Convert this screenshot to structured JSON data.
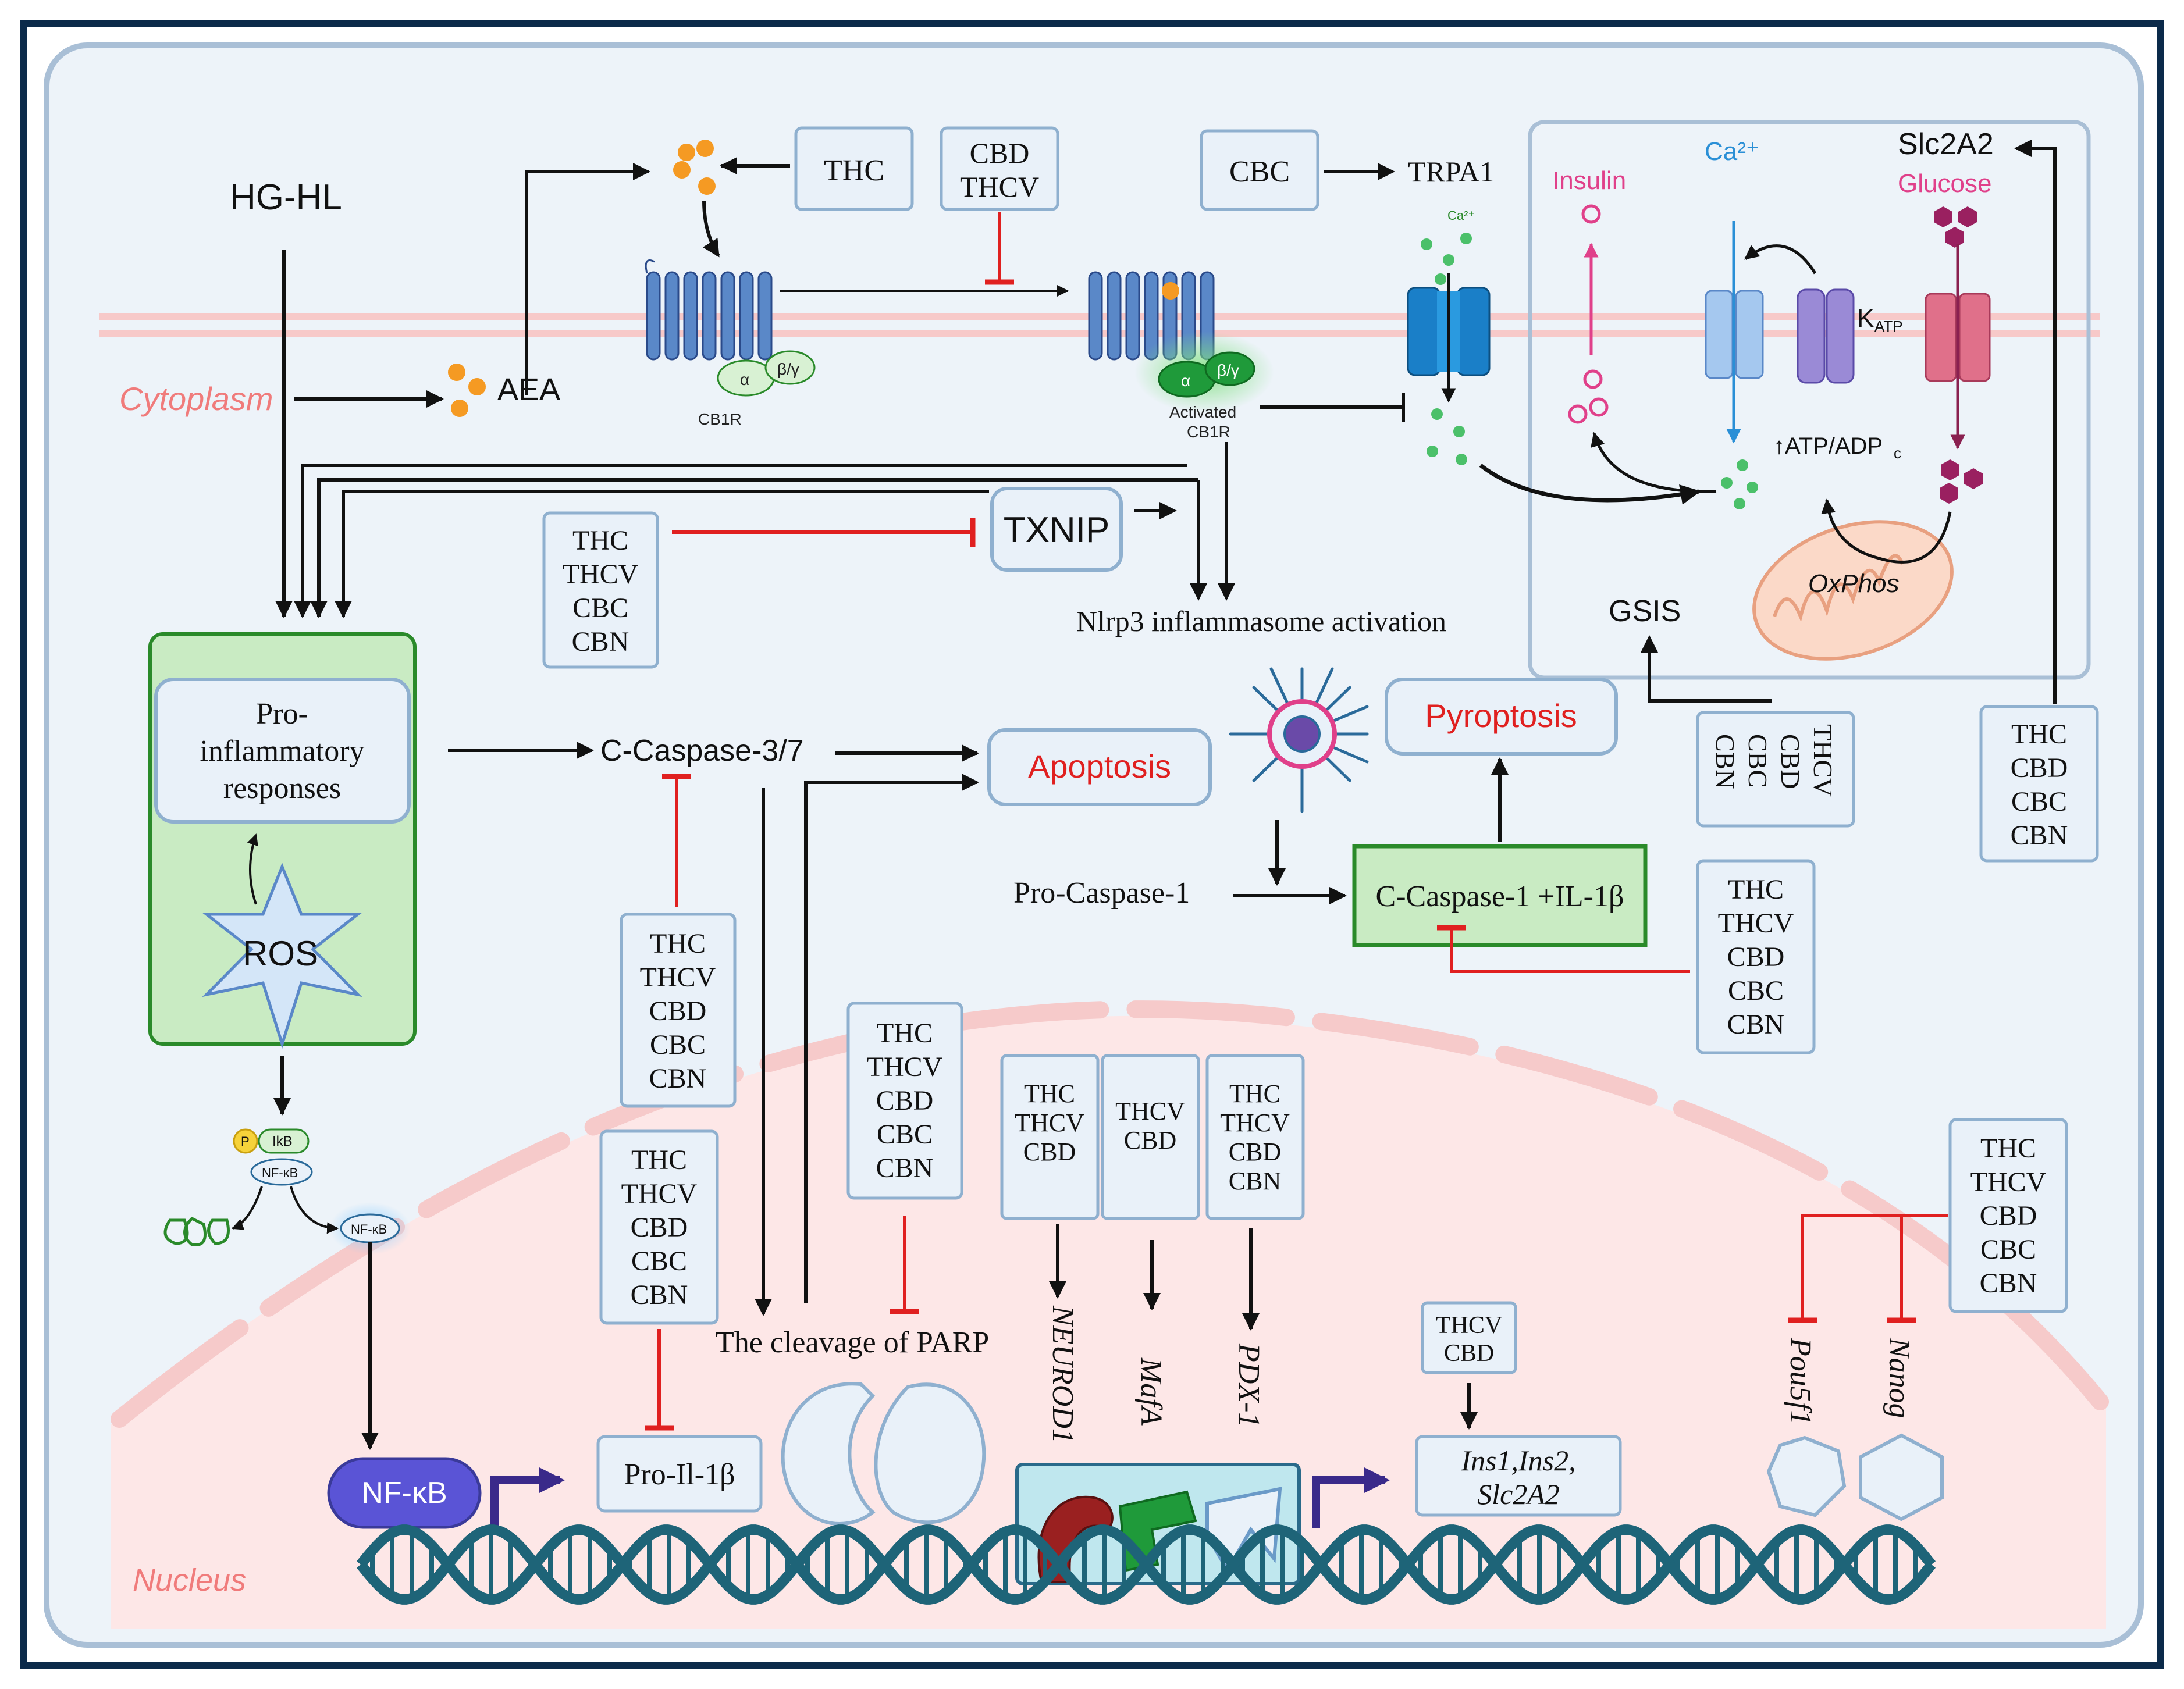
{
  "colors": {
    "frame": "#0b2a4a",
    "panel": "#edf3f9",
    "panel_border": "#a9bfd6",
    "box_fill": "#e9f1f9",
    "box_border": "#8fb0cf",
    "inhibit": "#e02020",
    "green_box": "#c9ebc3",
    "green_border": "#2a8a2a",
    "red_label": "#e02020",
    "membrane": "#f7c9c9",
    "nucleus": "#fde7e7",
    "dna": "#1e6478",
    "nfkb": "#5a54d6",
    "insulin": "#e0408a",
    "calcium": "#2a8fd6"
  },
  "labels": {
    "hg_hl": "HG-HL",
    "cytoplasm": "Cytoplasm",
    "nucleus": "Nucleus",
    "aea": "AEA",
    "cb1r": "CB1R",
    "activated": "Activated",
    "activated_cb1r": "CB1R",
    "alpha": "α",
    "beta_gamma": "β/γ",
    "trpa1": "TRPA1",
    "ca_small": "Ca²⁺",
    "txnip": "TXNIP",
    "nlrp3": "Nlrp3 inflammasome activation",
    "caspase37": "C-Caspase-3/7",
    "apoptosis": "Apoptosis",
    "pyroptosis": "Pyroptosis",
    "pro_caspase1": "Pro-Caspase-1",
    "c_caspase1_il1b": "C-Caspase-1 +IL-1β",
    "pro_inflam_1": "Pro-",
    "pro_inflam_2": "inflammatory",
    "pro_inflam_3": "responses",
    "ros": "ROS",
    "ikb": "IkB",
    "nfkb_small": "NF-κB",
    "p": "P",
    "nfkb": "NF-κB",
    "pro_il1b": "Pro-Il-1β",
    "parp": "The cleavage of PARP",
    "neurod1": "NEUROD1",
    "mafa": "MafA",
    "pdx1": "PDX-1",
    "ins_genes_1": "Ins1,Ins2,",
    "ins_genes_2": "Slc2A2",
    "pou5f1": "Pou5f1",
    "nanog": "Nanog",
    "gsis": "GSIS",
    "slc2a2": "Slc2A2",
    "insulin": "Insulin",
    "ca2": "Ca²⁺",
    "glucose": "Glucose",
    "katp": "K",
    "katp_sub": "ATP",
    "atp_adp": "↑ATP/ADP",
    "atp_adp_sub": "c",
    "oxphos": "OxPhos"
  },
  "boxes": {
    "thc_top": [
      "THC"
    ],
    "cbd_thcv_top": [
      "CBD",
      "THCV"
    ],
    "cbc_top": [
      "CBC"
    ],
    "txnip_inhib": [
      "THC",
      "THCV",
      "CBC",
      "CBN"
    ],
    "casp37_inhib": [
      "THC",
      "THCV",
      "CBD",
      "CBC",
      "CBN"
    ],
    "proil_inhib": [
      "THC",
      "THCV",
      "CBD",
      "CBC",
      "CBN"
    ],
    "parp_inhib": [
      "THC",
      "THCV",
      "CBD",
      "CBC",
      "CBN"
    ],
    "neurod1_box": [
      "THC",
      "THCV",
      "CBD"
    ],
    "mafa_box": [
      "THCV",
      "CBD"
    ],
    "pdx1_box": [
      "THC",
      "THCV",
      "CBD",
      "CBN"
    ],
    "ins_box": [
      "THCV",
      "CBD"
    ],
    "pou_inhib": [
      "THC",
      "THCV",
      "CBD",
      "CBC",
      "CBN"
    ],
    "casp1_inhib": [
      "THC",
      "THCV",
      "CBD",
      "CBC",
      "CBN"
    ],
    "gsis_box": [
      "THCV",
      "CBD",
      "CBC",
      "CBN"
    ],
    "slc_box": [
      "THC",
      "CBD",
      "CBC",
      "CBN"
    ]
  }
}
